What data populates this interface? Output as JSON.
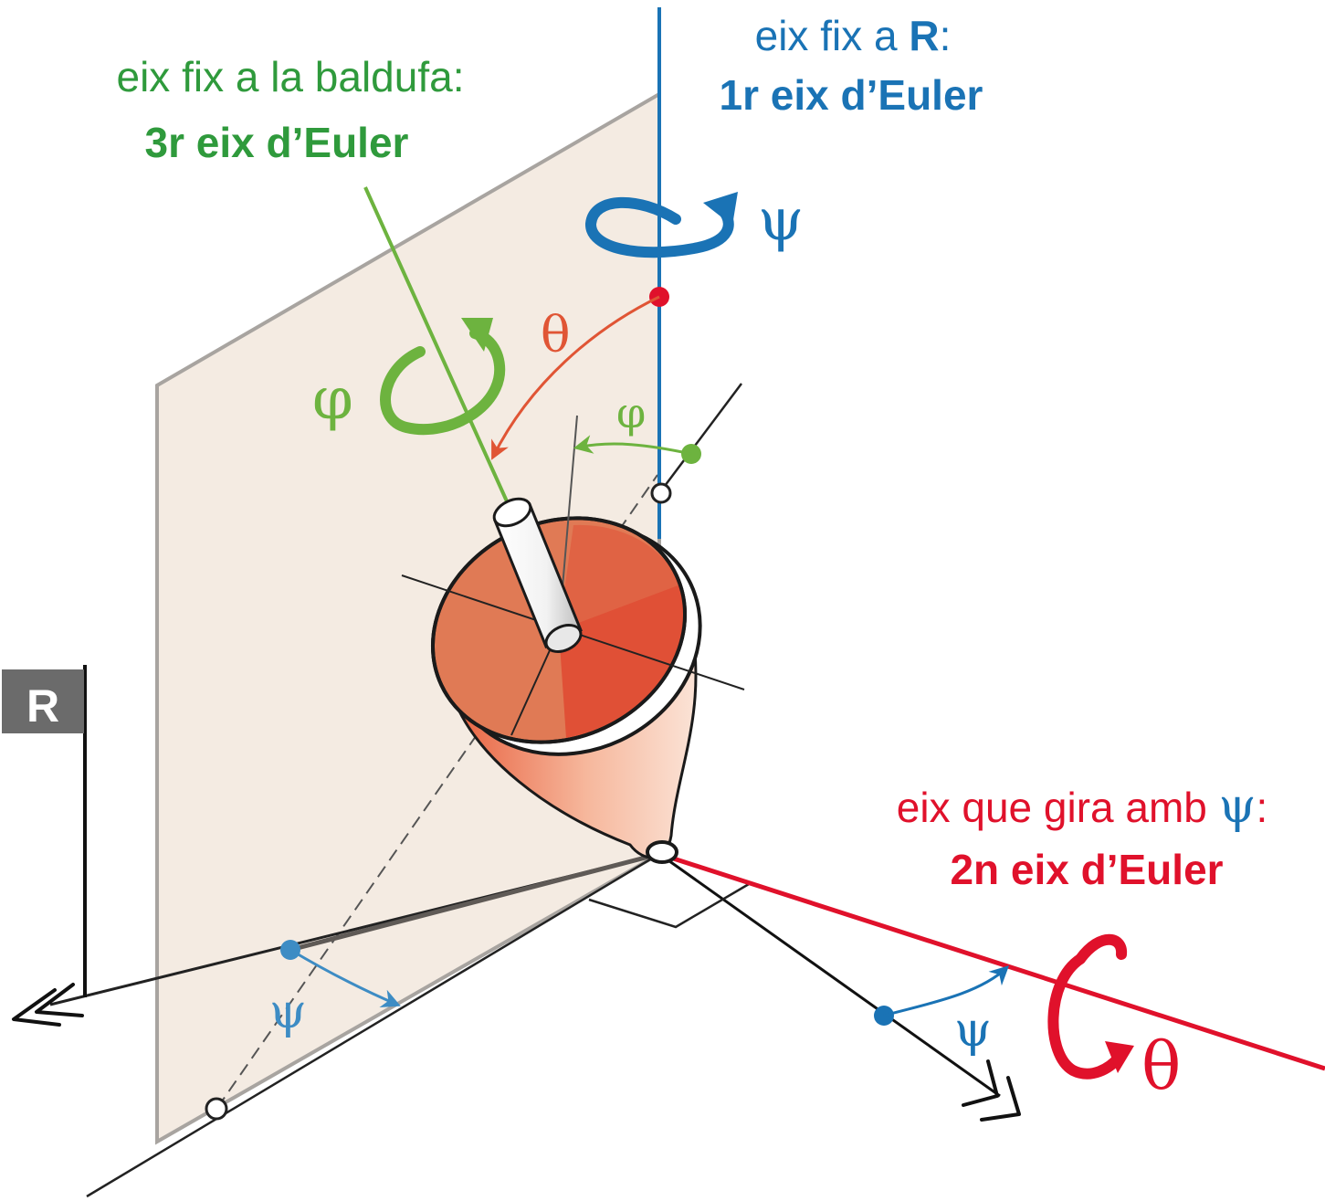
{
  "colors": {
    "blue": "#1a73b5",
    "green": "#2f9a3c",
    "light_green": "#6db33f",
    "red": "#e0112b",
    "orange_red": "#e05535",
    "top_face_dark": "#e05036",
    "top_face_light": "#e07a55",
    "plane_fill": "#f3e9df",
    "plane_edge": "#a8a4a0",
    "frame_label_bg": "#6b6b6b"
  },
  "labels": {
    "axis3_line1": "eix fix a la baldufa:",
    "axis3_line2": "3r eix d’Euler",
    "axis1_line1_prefix": "eix fix a ",
    "axis1_line1_R": "R",
    "axis1_line1_suffix": ":",
    "axis1_line2": "1r eix d’Euler",
    "axis2_line1_prefix": "eix que gira amb ",
    "axis2_line1_psi": "ψ",
    "axis2_line1_suffix": ":",
    "axis2_line2": "2n eix d’Euler",
    "frame": "R"
  },
  "symbols": {
    "psi_top": "ψ",
    "theta_arc": "θ",
    "phi_big": "φ",
    "phi_small": "φ",
    "psi_left": "ψ",
    "psi_right": "ψ",
    "theta_big": "θ"
  },
  "icons": {
    "rotation_psi": "rotation-arrow-icon",
    "rotation_phi": "rotation-arrow-icon",
    "rotation_theta": "rotation-arrow-icon",
    "axis_end": "double-chevron-arrow-icon"
  }
}
